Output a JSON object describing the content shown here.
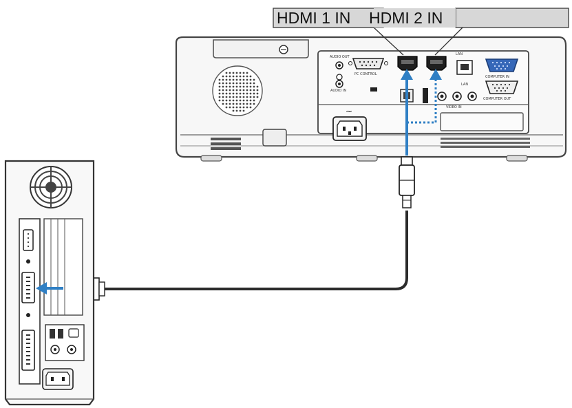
{
  "callouts": {
    "hdmi1": "HDMI 1 IN",
    "hdmi2": "HDMI 2 IN"
  },
  "projector_panel": {
    "audio_out": "AUDIO OUT",
    "audio_in": "AUDIO IN",
    "pc_control": "PC CONTROL",
    "lan": "LAN",
    "computer_in": "COMPUTER IN",
    "computer_out": "COMPUTER OUT",
    "video_in": "VIDEO IN"
  },
  "colors": {
    "arrow_blue": "#2f7fc4",
    "callout_fill": "#d7d7d7",
    "device_stroke": "#333333",
    "cable": "#2b2b2b"
  }
}
